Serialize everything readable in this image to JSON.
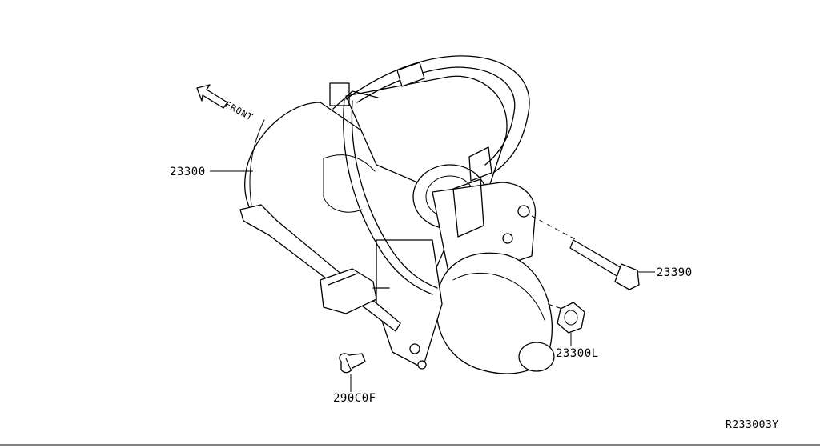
{
  "diagram": {
    "direction_label": "FRONT",
    "parts": [
      {
        "number": "23300"
      },
      {
        "number": "23390"
      },
      {
        "number": "23300L"
      },
      {
        "number": "290C0F"
      }
    ],
    "reference_code": "R233003Y"
  }
}
